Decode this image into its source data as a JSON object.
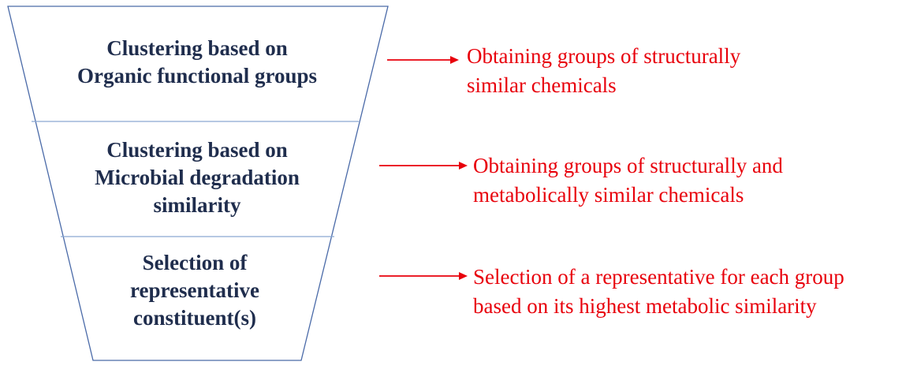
{
  "stages": [
    {
      "label": "Clustering based on\nOrganic functional groups",
      "note": "Obtaining groups of structurally\nsimilar chemicals"
    },
    {
      "label": "Clustering based on\nMicrobial degradation\nsimilarity",
      "note": "Obtaining groups of structurally and\nmetabolically similar chemicals"
    },
    {
      "label": "Selection of\nrepresentative\nconstituent(s)",
      "note": "Selection of a representative for each group\nbased on its highest metabolic similarity"
    }
  ],
  "colors": {
    "funnel_outline": "#4a6aa8",
    "label_text": "#1f2d4d",
    "arrow": "#e8000b",
    "note_text": "#e8000b"
  }
}
